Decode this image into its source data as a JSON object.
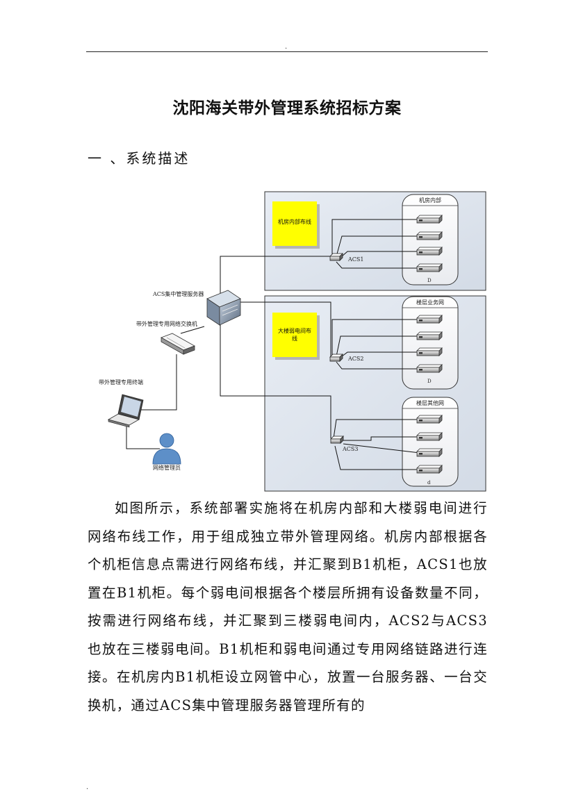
{
  "header": {
    "mark": "."
  },
  "title": "沈阳海关带外管理系统招标方案",
  "section": "一 、系统描述",
  "diagram": {
    "zone1_label": "机房内部布线",
    "zone1_group": "机房内部",
    "zone2_label": "大楼弱电间布线",
    "zone2_group": "楼层业务网",
    "zone3_group": "楼层其他网",
    "acs1": "ACS1",
    "acs2": "ACS2",
    "acs3": "ACS3",
    "server_label": "ACS集中管理服务器",
    "switch_label": "带外管理专用网络交换机",
    "terminal_label": "带外管理专用终端",
    "admin_label": "网络管理员",
    "letter_D1": "D",
    "letter_D2": "D",
    "letter_d3": "d"
  },
  "paragraph": "如图所示，系统部署实施将在机房内部和大楼弱电间进行网络布线工作，用于组成独立带外管理网络。机房内部根据各个机柜信息点需进行网络布线，并汇聚到B1机柜，ACS1也放置在B1机柜。每个弱电间根据各个楼层所拥有设备数量不同，按需进行网络布线，并汇聚到三楼弱电间内，ACS2与ACS3也放在三楼弱电间。B1机柜和弱电间通过专用网络链路进行连接。在机房内B1机柜设立网管中心，放置一台服务器、一台交换机，通过ACS集中管理服务器管理所有的",
  "footer": {
    "mark": "."
  }
}
